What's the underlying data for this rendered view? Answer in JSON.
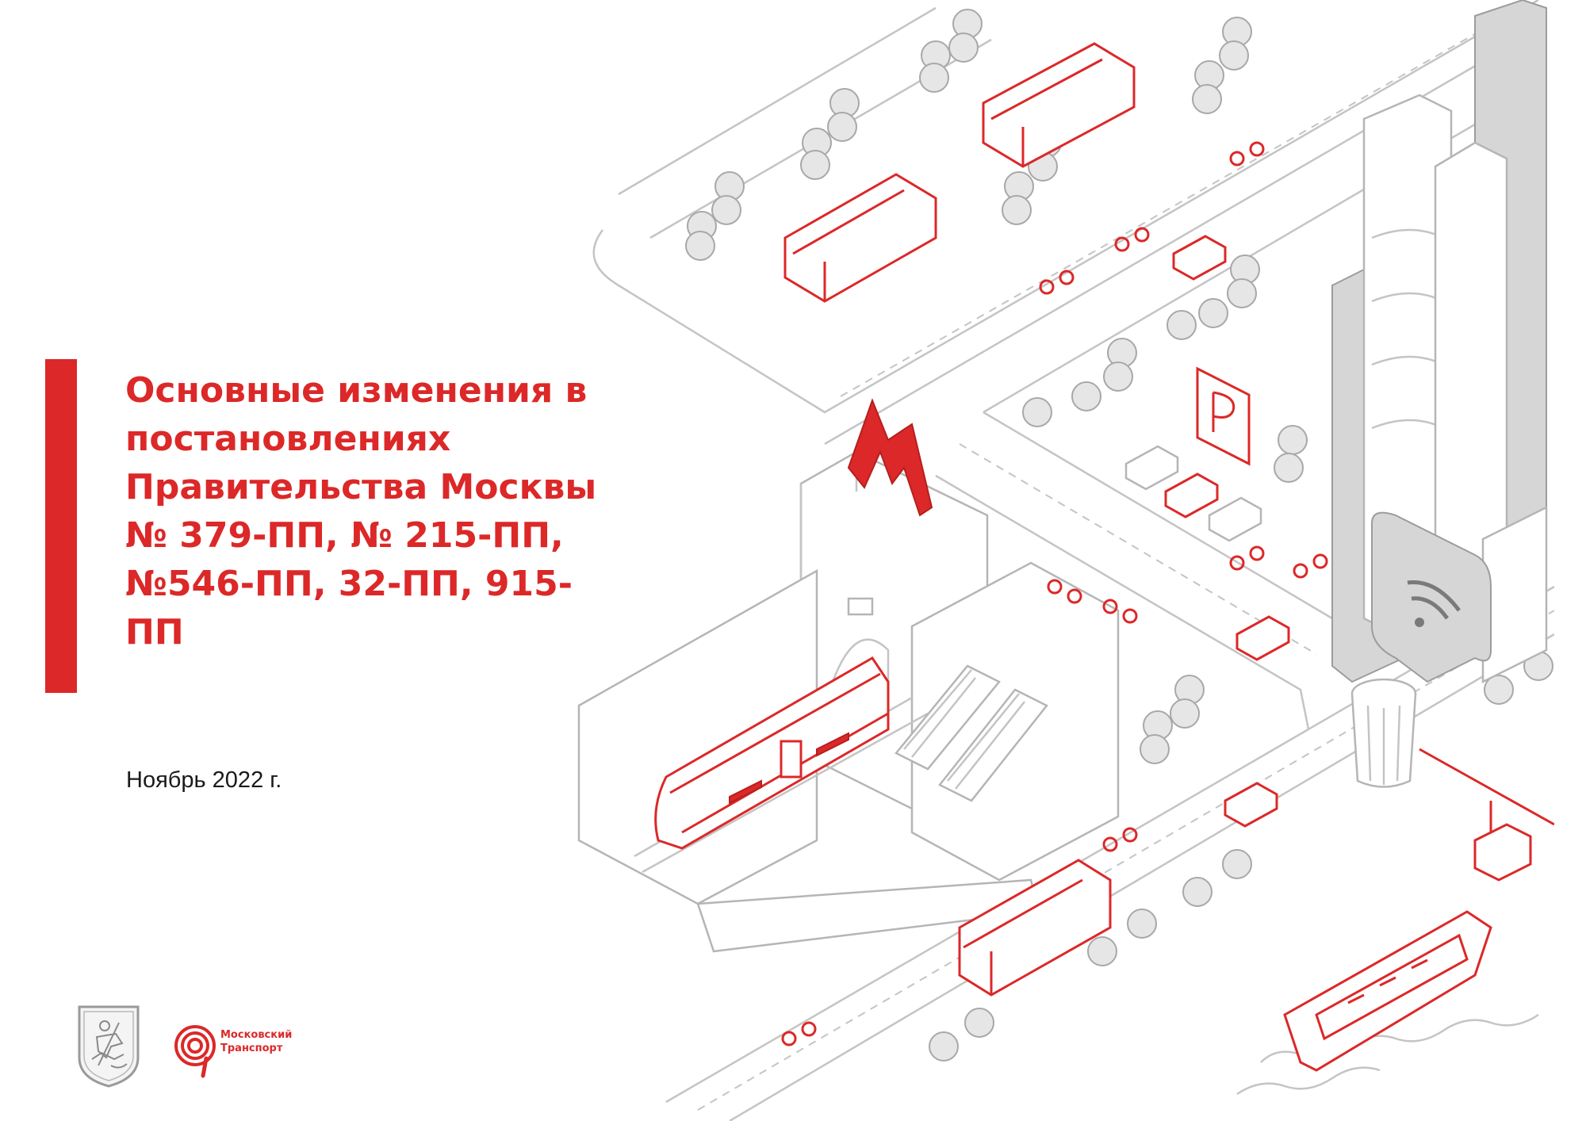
{
  "title": {
    "lines": [
      "Основные изменения в",
      "постановлениях",
      "Правительства Москвы",
      "№ 379-ПП, № 215-ПП,",
      "№546-ПП, 32-ПП, 915-",
      "ПП"
    ]
  },
  "date": "Ноябрь 2022 г.",
  "logo": {
    "line1": "Московский",
    "line2": "Транспорт"
  },
  "colors": {
    "accent": "#dc2828",
    "outline": "#c4c4c4",
    "text": "#1a1a1a"
  },
  "illustration": {
    "icons": [
      "metro-sign-icon",
      "parking-sign-icon",
      "wifi-sign-icon",
      "coat-of-arms-icon",
      "moscow-transport-logo-icon"
    ]
  }
}
